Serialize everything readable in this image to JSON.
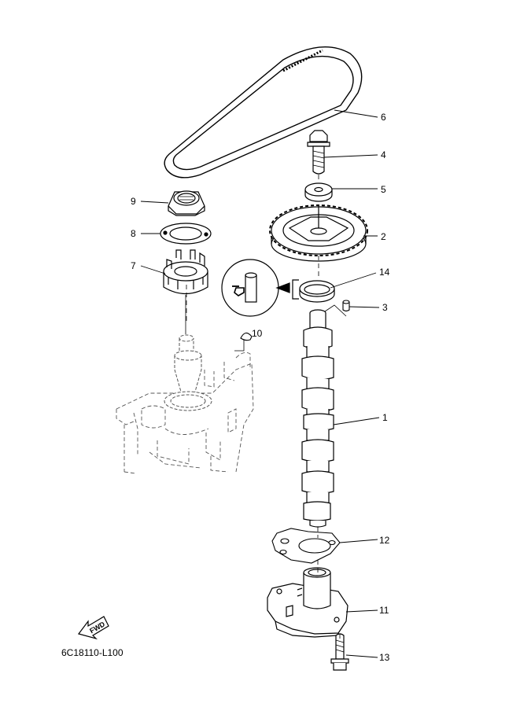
{
  "diagram": {
    "drawing_code": "6C18110-L100",
    "fwd_label": "FWD",
    "callouts": {
      "c1": "1",
      "c2": "2",
      "c3": "3",
      "c4": "4",
      "c5": "5",
      "c6": "6",
      "c7": "7",
      "c8": "8",
      "c9": "9",
      "c10": "10",
      "c11": "11",
      "c12": "12",
      "c13": "13",
      "c14": "14"
    }
  }
}
